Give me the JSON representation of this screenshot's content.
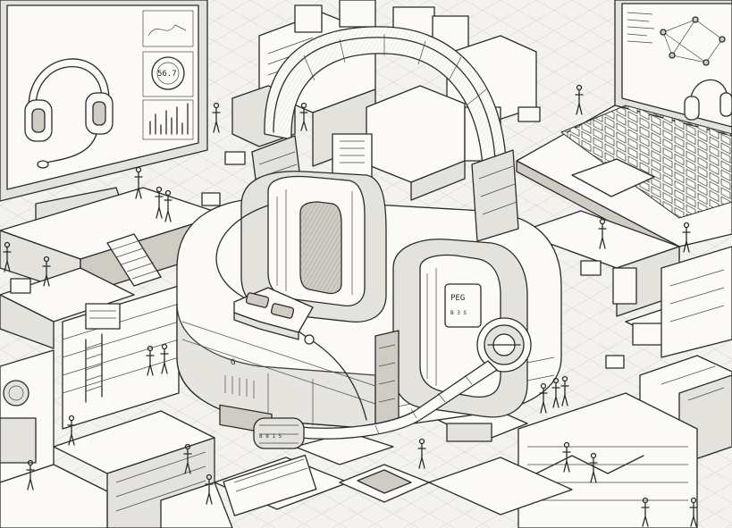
{
  "image": {
    "subject": "isometric pencil-sketch city with oversized headset",
    "palette": {
      "paper": "#f3f2ee",
      "ink": "#2b2b2b",
      "shade": "#cfccc4"
    }
  },
  "labels": {
    "gauge_value": "56.7",
    "earcup_plate": "PEG",
    "earcup_code": "B 3 S",
    "mic_tip": "8 8 1 5",
    "base_mark": "G"
  }
}
